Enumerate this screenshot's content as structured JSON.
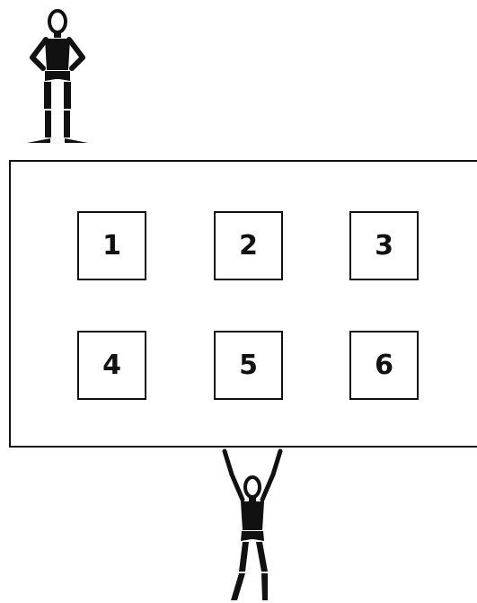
{
  "board": {
    "cells": [
      "1",
      "2",
      "3",
      "4",
      "5",
      "6"
    ]
  },
  "figures": {
    "top": "standing-person-icon",
    "bottom": "person-holding-board-icon"
  },
  "colors": {
    "ink": "#111111",
    "background": "#ffffff"
  }
}
